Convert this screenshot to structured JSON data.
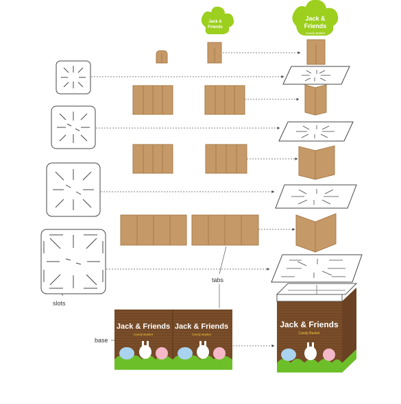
{
  "labels": {
    "tabs": "tabs",
    "slots": "slots",
    "base": "base"
  },
  "brand": {
    "name": "Jack & Friends",
    "sign_line1": "Jack &",
    "sign_line2": "Friends",
    "subtitle": "Candy Basket"
  },
  "colors": {
    "cardboard": "#c69a68",
    "cardboard_dark": "#a87b4a",
    "leaf_green": "#9ccf1e",
    "box_brown": "#7a4e2a",
    "grass": "#6dbf2a",
    "badge_yellow": "#f6c93a"
  }
}
